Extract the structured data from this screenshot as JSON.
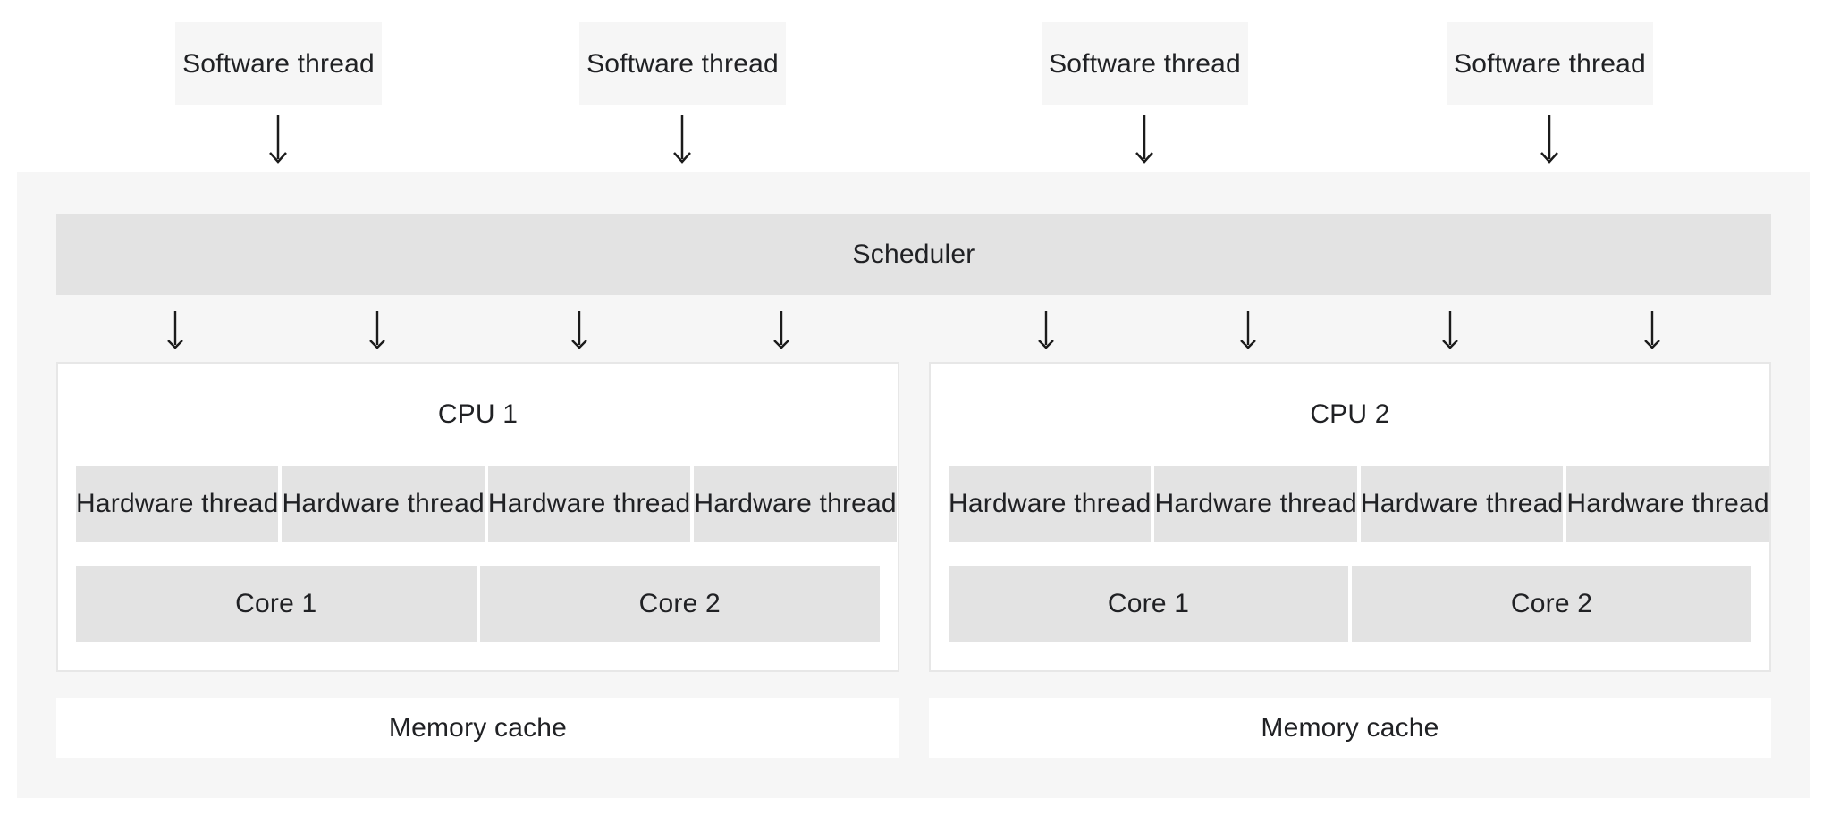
{
  "software_threads": [
    "Software thread",
    "Software thread",
    "Software thread",
    "Software thread"
  ],
  "scheduler": {
    "label": "Scheduler"
  },
  "cpus": [
    {
      "title": "CPU 1",
      "hardware_threads": [
        "Hardware thread",
        "Hardware thread",
        "Hardware thread",
        "Hardware thread"
      ],
      "cores": [
        "Core 1",
        "Core 2"
      ],
      "memory_cache_label": "Memory cache"
    },
    {
      "title": "CPU 2",
      "hardware_threads": [
        "Hardware thread",
        "Hardware thread",
        "Hardware thread",
        "Hardware thread"
      ],
      "cores": [
        "Core 1",
        "Core 2"
      ],
      "memory_cache_label": "Memory cache"
    }
  ],
  "colors": {
    "box_light": "#f6f6f6",
    "box_mid": "#e3e3e3",
    "cpu_border": "#e7e7e7",
    "text": "#202124",
    "arrow": "#1b1b1b",
    "background": "#ffffff"
  }
}
